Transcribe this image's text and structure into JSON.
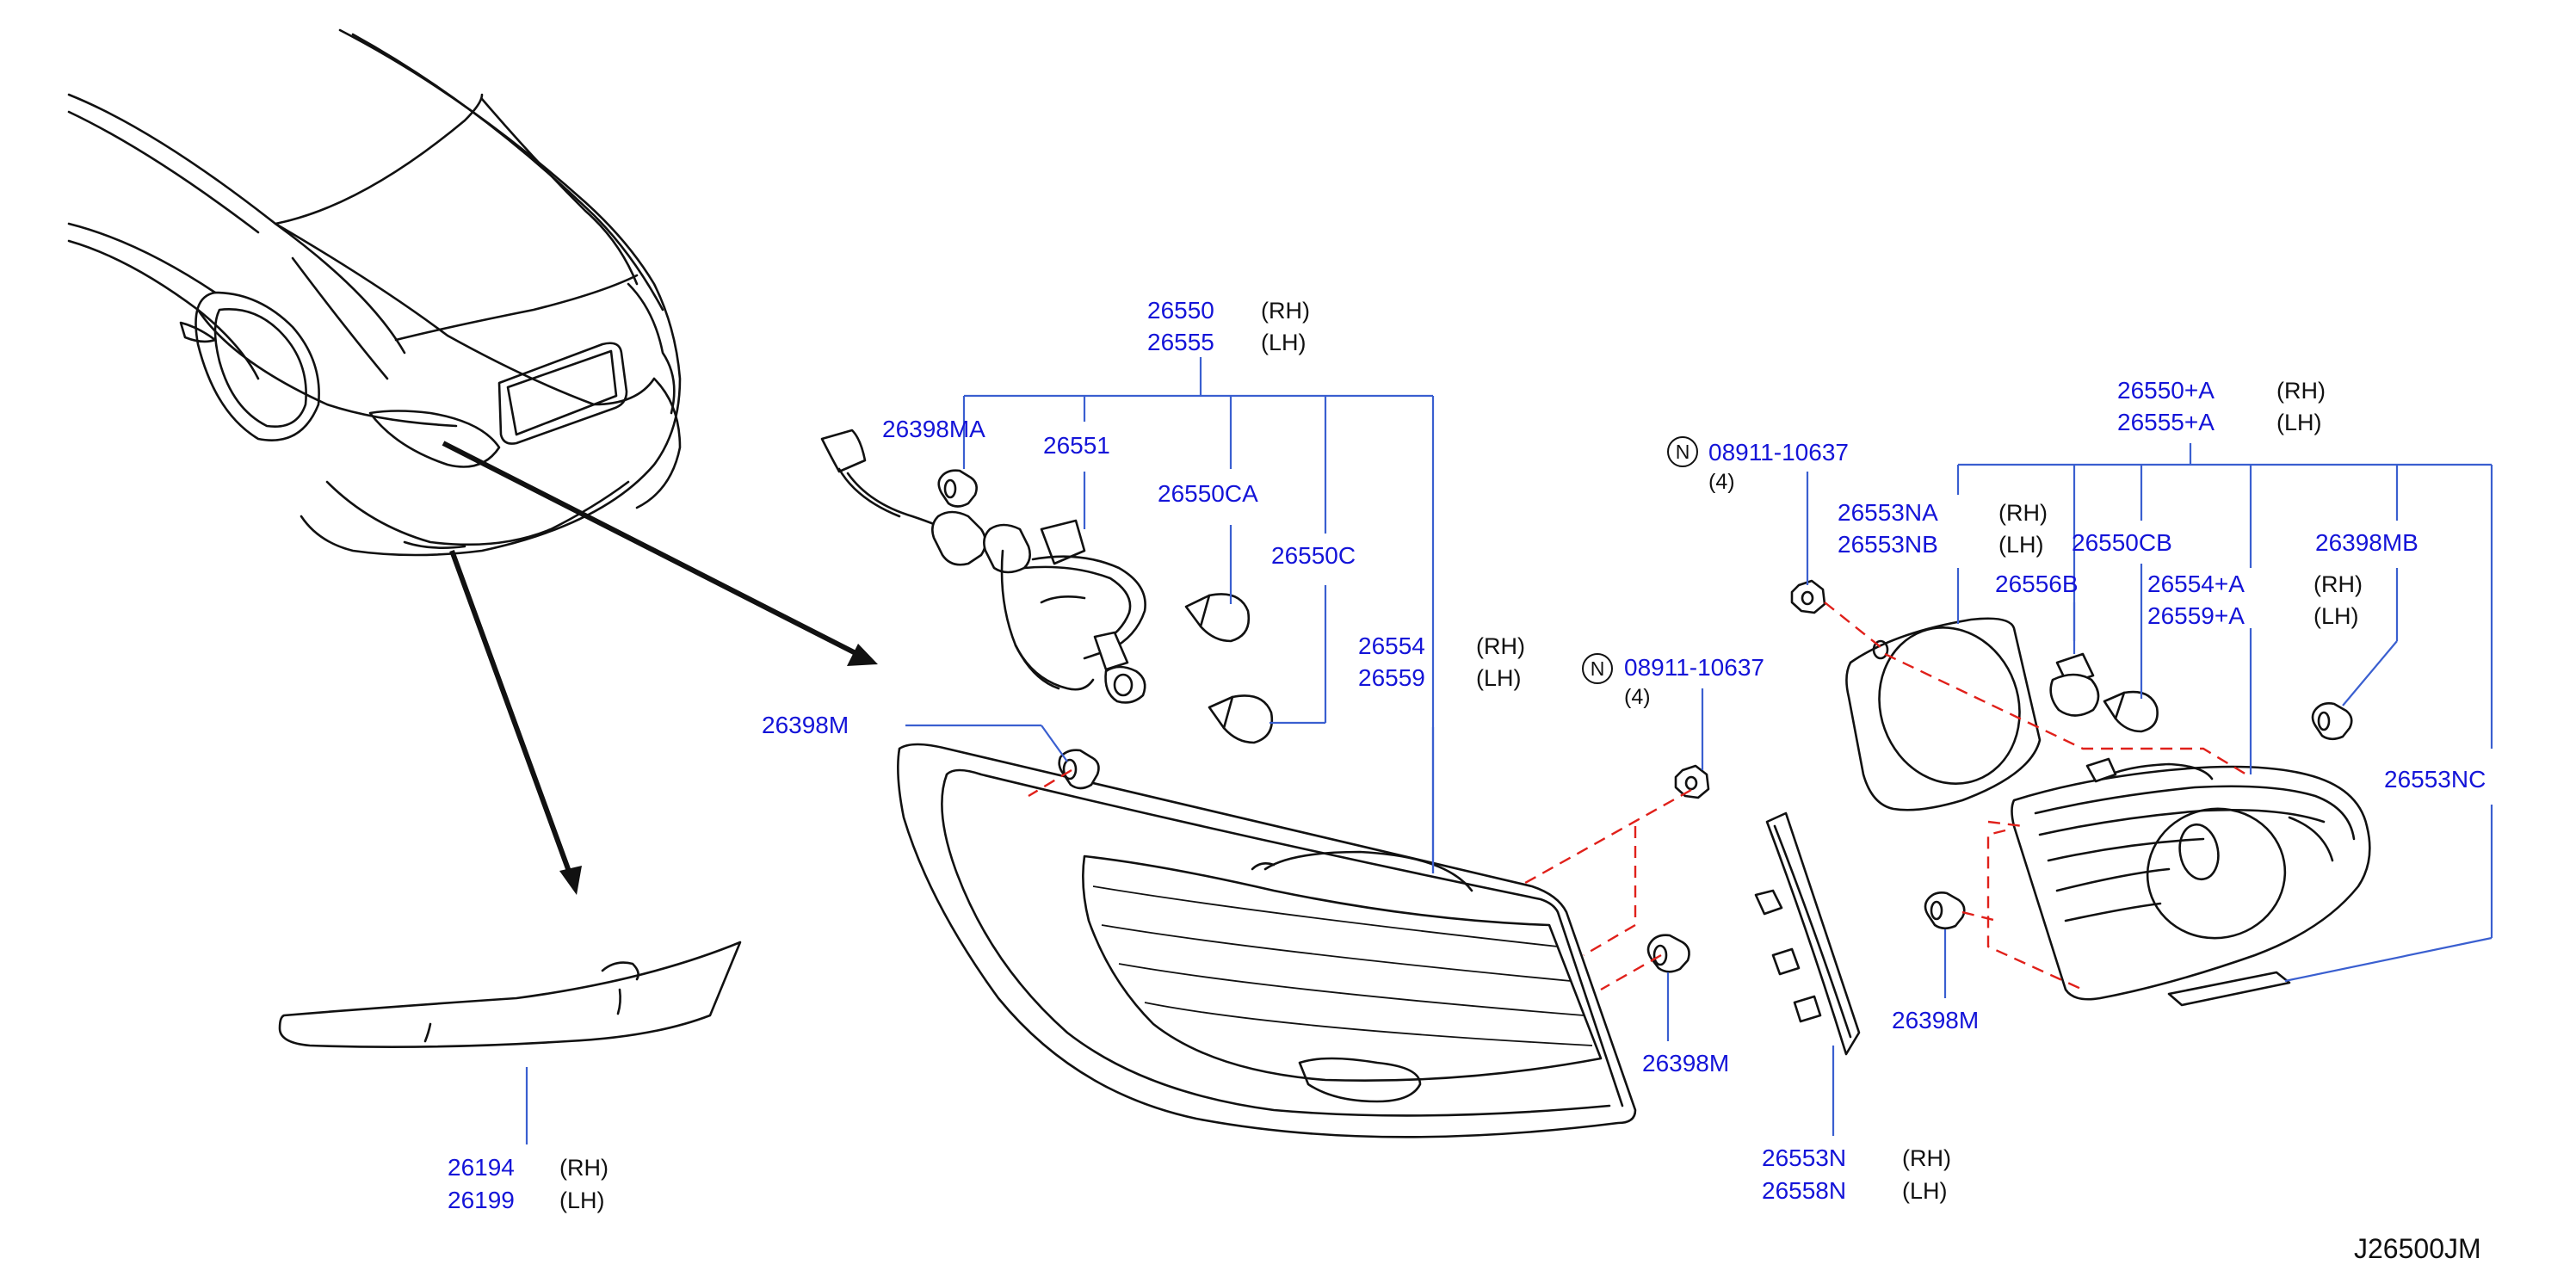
{
  "callouts": {
    "tail_lamp_rh_pn": "26550",
    "tail_lamp_rh_side": "(RH)",
    "tail_lamp_lh_pn": "26555",
    "tail_lamp_lh_side": "(LH)",
    "clip_ma": "26398MA",
    "socket_harness": "26551",
    "bulb_ca": "26550CA",
    "bulb_c": "26550C",
    "lens_rh_pn": "26554",
    "lens_rh_side": "(RH)",
    "lens_lh_pn": "26559",
    "lens_lh_side": "(LH)",
    "clip_m_left": "26398M",
    "nut_upper_pn": "08911-10637",
    "nut_upper_qty": "(4)",
    "nut_lower_pn": "08911-10637",
    "nut_lower_qty": "(4)",
    "n_mark": "N",
    "clip_m_mid": "26398M",
    "bracket_rh_pn": "26553N",
    "bracket_rh_side": "(RH)",
    "bracket_lh_pn": "26558N",
    "bracket_lh_side": "(LH)",
    "inner_lamp_rh_pn": "26550+A",
    "inner_lamp_rh_side": "(RH)",
    "inner_lamp_lh_pn": "26555+A",
    "inner_lamp_lh_side": "(LH)",
    "gasket_rh_pn": "26553NA",
    "gasket_rh_side": "(RH)",
    "gasket_lh_pn": "26553NB",
    "gasket_lh_side": "(LH)",
    "bulb_cb": "26550CB",
    "clip_mb": "26398MB",
    "socket_b": "26556B",
    "inner_lens_rh_pn": "26554+A",
    "inner_lens_rh_side": "(RH)",
    "inner_lens_lh_pn": "26559+A",
    "inner_lens_lh_side": "(LH)",
    "seal_nc": "26553NC",
    "clip_m_right": "26398M",
    "reflector_rh_pn": "26194",
    "reflector_rh_side": "(RH)",
    "reflector_lh_pn": "26199",
    "reflector_lh_side": "(LH)"
  },
  "drawing_ref": "J26500JM",
  "colors": {
    "part_number": "#1414d8",
    "leader_line": "#3a5fd0",
    "alignment_dash": "#e0201a",
    "line_art": "#111111"
  }
}
